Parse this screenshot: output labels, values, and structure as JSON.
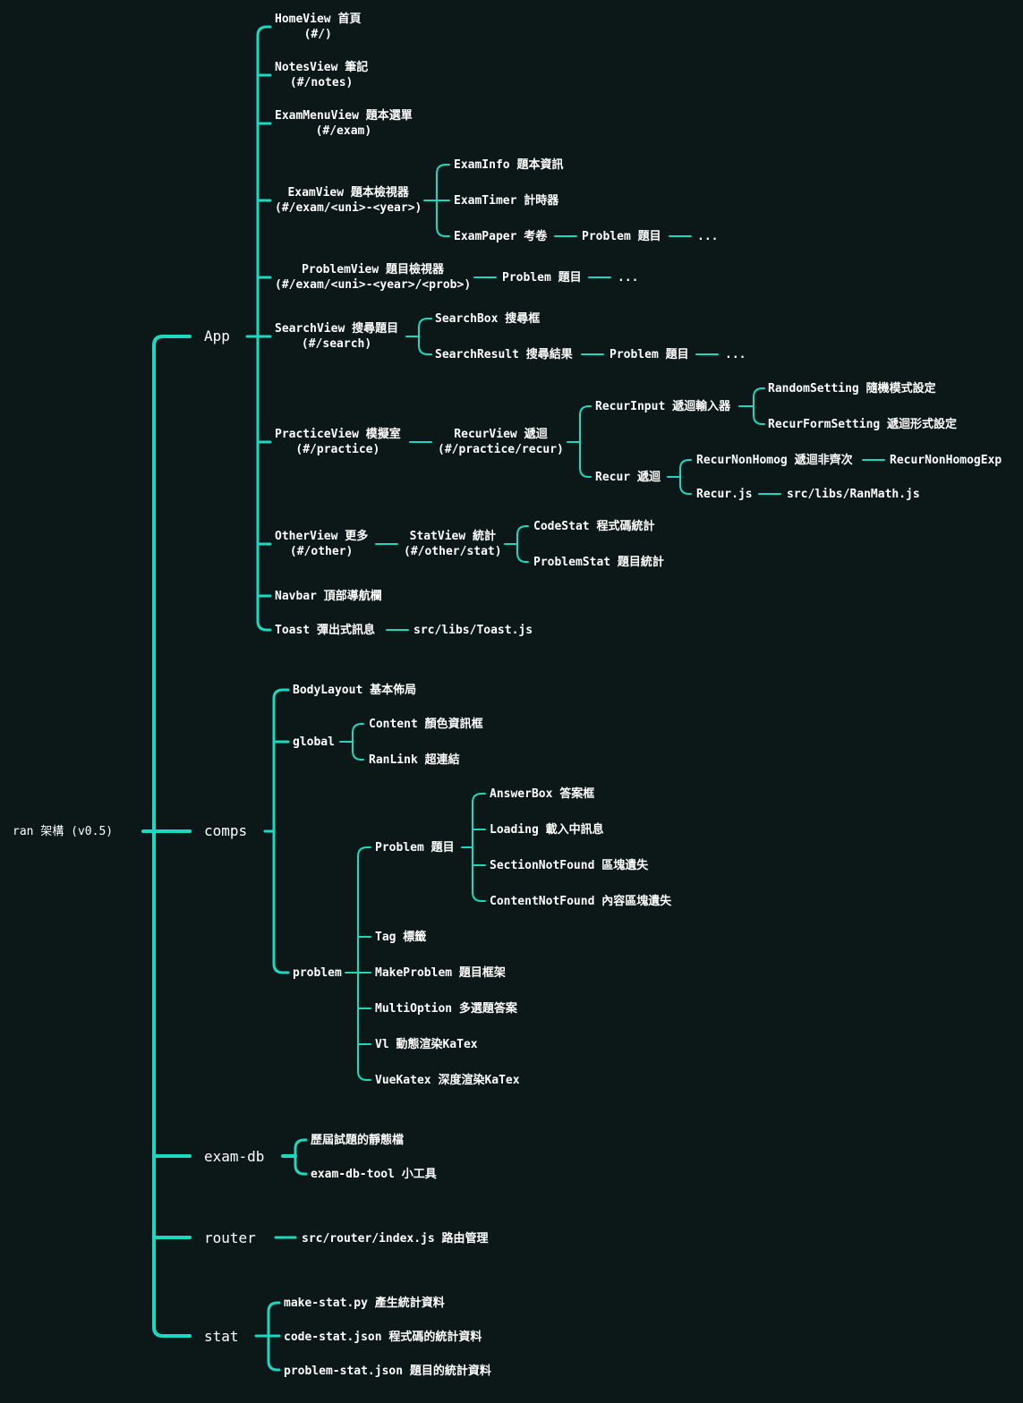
{
  "root": "ran 架構 (v0.5)",
  "colors": {
    "background": "#0c1717",
    "line": "#19d9c1",
    "text": "#ffffff"
  },
  "app": {
    "label": "App",
    "home": "HomeView 首頁\n(#/)",
    "notes": "NotesView 筆記\n(#/notes)",
    "exam_menu": "ExamMenuView 題本選單\n(#/exam)",
    "exam_view": "ExamView 題本檢視器\n(#/exam/<uni>-<year>)",
    "exam_info": "ExamInfo 題本資訊",
    "exam_timer": "ExamTimer 計時器",
    "exam_paper": "ExamPaper 考卷",
    "exam_paper_problem": "Problem 題目",
    "exam_paper_more": "...",
    "problem_view": "ProblemView 題目檢視器\n(#/exam/<uni>-<year>/<prob>)",
    "problem_view_problem": "Problem 題目",
    "problem_view_more": "...",
    "search_view": "SearchView 搜尋題目\n(#/search)",
    "search_box": "SearchBox 搜尋框",
    "search_result": "SearchResult 搜尋結果",
    "search_result_problem": "Problem 題目",
    "search_result_more": "...",
    "practice_view": "PracticeView 模擬室\n(#/practice)",
    "recur_view": "RecurView 遞迴\n(#/practice/recur)",
    "recur_input": "RecurInput 遞迴輸入器",
    "random_setting": "RandomSetting 隨機模式設定",
    "recur_form_setting": "RecurFormSetting 遞迴形式設定",
    "recur": "Recur 遞迴",
    "recur_non_homog": "RecurNonHomog 遞迴非齊次",
    "recur_non_homog_exp": "RecurNonHomogExp",
    "recur_js": "Recur.js",
    "ran_math": "src/libs/RanMath.js",
    "other_view": "OtherView 更多\n(#/other)",
    "stat_view": "StatView 統計\n(#/other/stat)",
    "code_stat": "CodeStat 程式碼統計",
    "problem_stat": "ProblemStat 題目統計",
    "navbar": "Navbar 頂部導航欄",
    "toast": "Toast 彈出式訊息",
    "toast_js": "src/libs/Toast.js"
  },
  "comps": {
    "label": "comps",
    "body_layout": "BodyLayout 基本佈局",
    "global": "global",
    "content": "Content 顏色資訊框",
    "ranlink": "RanLink 超連結",
    "problem_group": "problem",
    "problem": "Problem 題目",
    "answer_box": "AnswerBox 答案框",
    "loading": "Loading 載入中訊息",
    "section_not_found": "SectionNotFound 區塊遺失",
    "content_not_found": "ContentNotFound 內容區塊遺失",
    "tag": "Tag 標籤",
    "make_problem": "MakeProblem 題目框架",
    "multi_option": "MultiOption 多選題答案",
    "vl": "Vl 動態渲染KaTex",
    "vue_katex": "VueKatex 深度渲染KaTex"
  },
  "exam_db": {
    "label": "exam-db",
    "static": "歷屆試題的靜態檔",
    "tool": "exam-db-tool 小工具"
  },
  "router": {
    "label": "router",
    "index": "src/router/index.js 路由管理"
  },
  "stat": {
    "label": "stat",
    "make_stat": "make-stat.py 產生統計資料",
    "code_stat_json": "code-stat.json 程式碼的統計資料",
    "problem_stat_json": "problem-stat.json 題目的統計資料"
  }
}
